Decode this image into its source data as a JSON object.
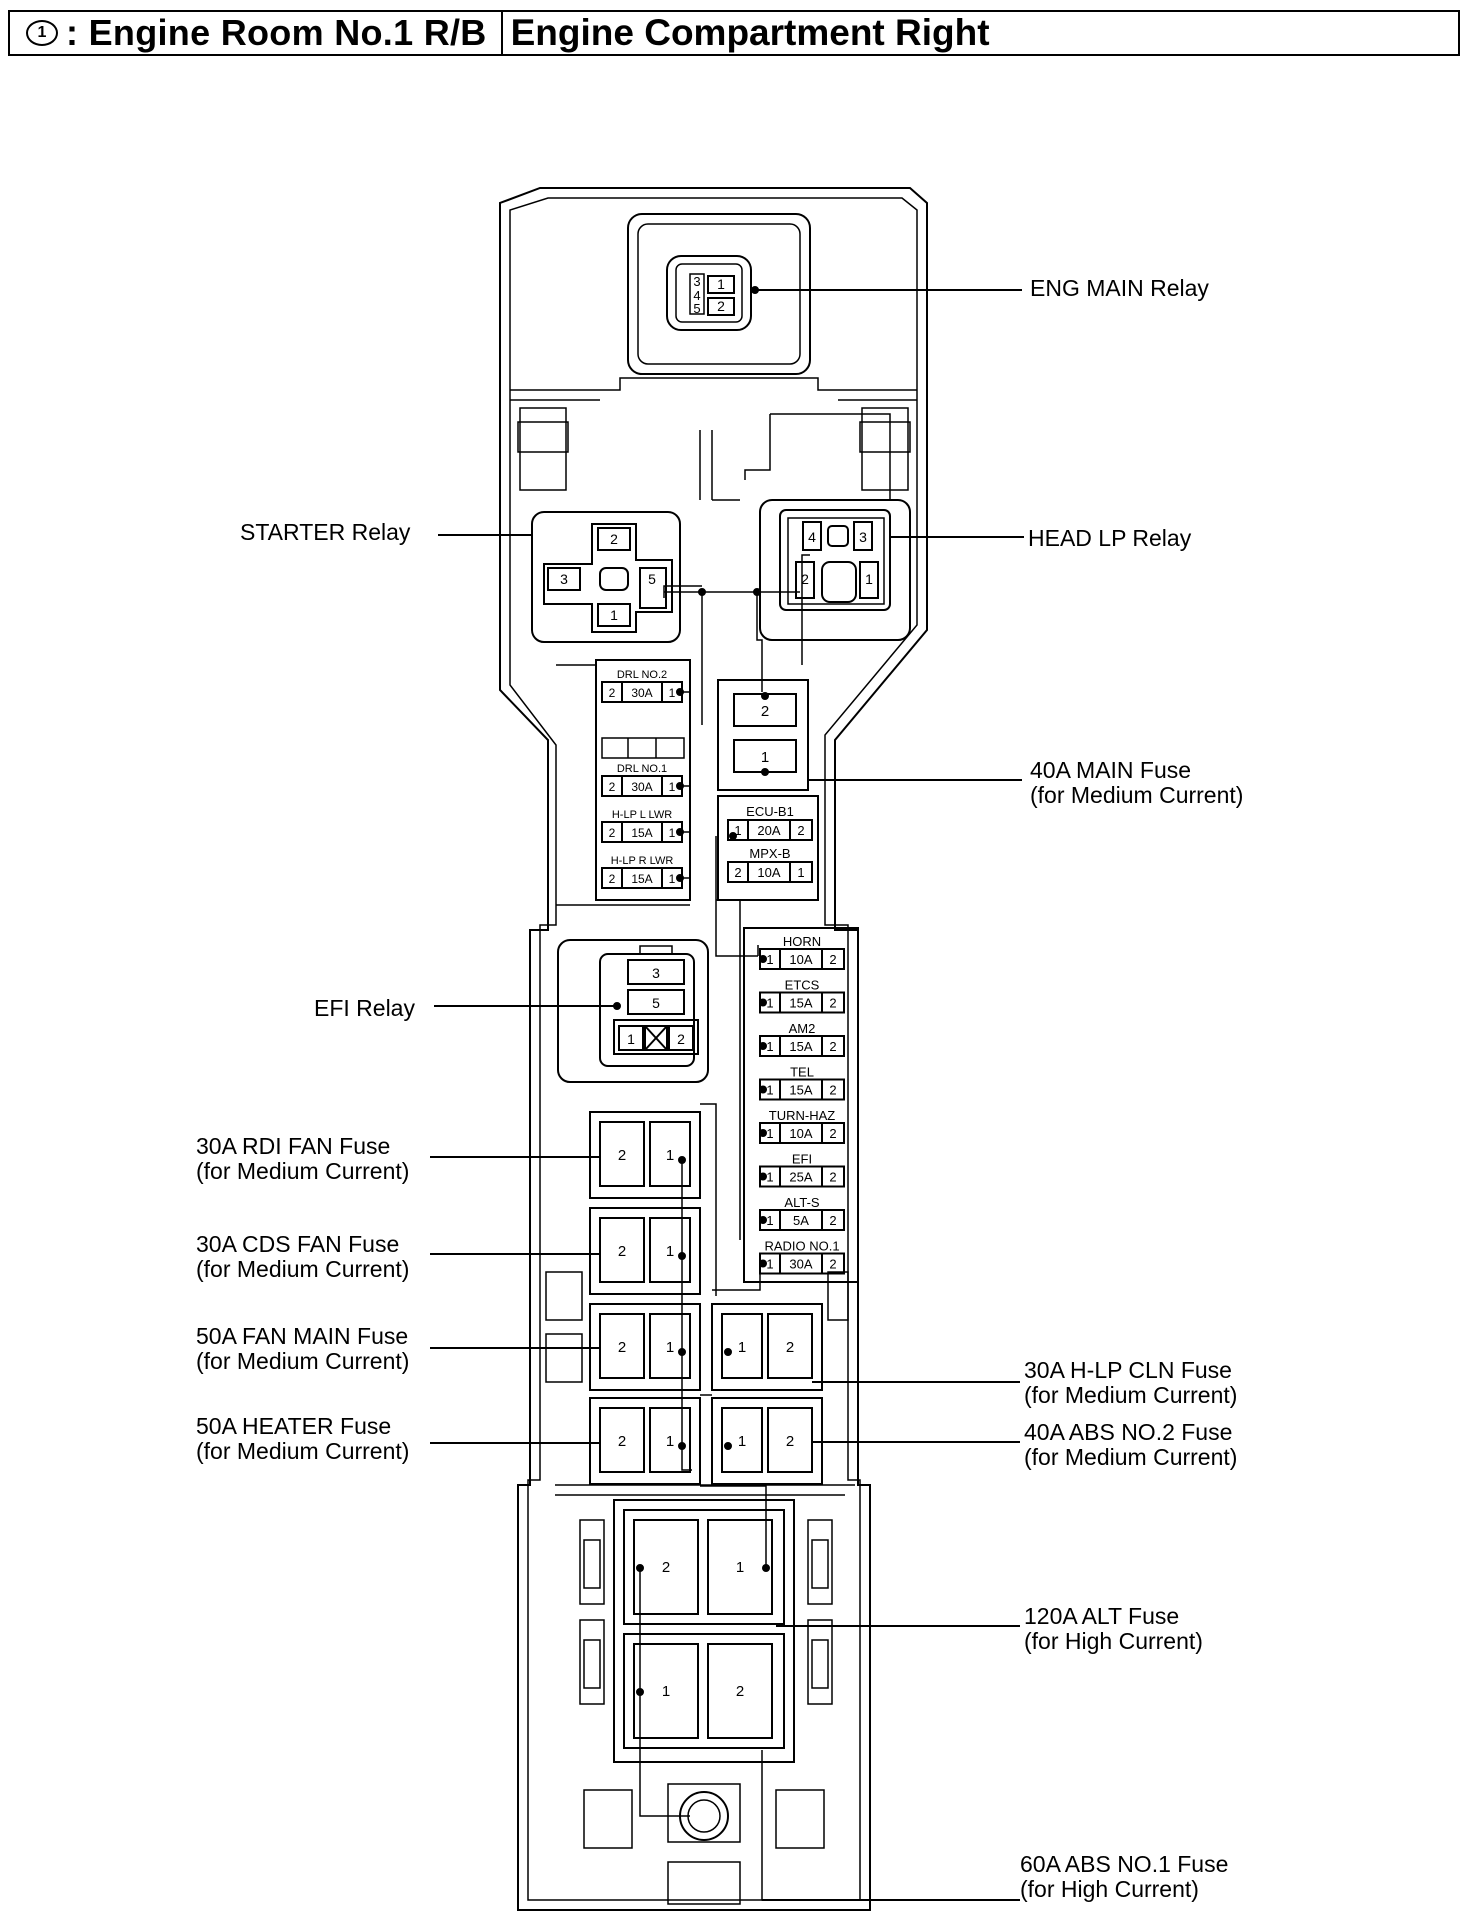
{
  "header": {
    "badge": "1",
    "location": ": Engine Room No.1 R/B",
    "title": "Engine Compartment Right"
  },
  "callouts": {
    "eng_main_relay": "ENG MAIN Relay",
    "starter_relay": "STARTER Relay",
    "head_lp_relay": "HEAD LP Relay",
    "main_fuse": [
      "40A MAIN Fuse",
      "(for Medium Current)"
    ],
    "efi_relay": "EFI Relay",
    "rdi_fan_fuse": [
      "30A RDI FAN Fuse",
      "(for Medium Current)"
    ],
    "cds_fan_fuse": [
      "30A CDS FAN Fuse",
      "(for Medium Current)"
    ],
    "fan_main_fuse": [
      "50A FAN MAIN Fuse",
      "(for Medium Current)"
    ],
    "heater_fuse": [
      "50A HEATER Fuse",
      "(for Medium Current)"
    ],
    "hlp_cln_fuse": [
      "30A H-LP CLN Fuse",
      "(for Medium Current)"
    ],
    "abs2_fuse": [
      "40A ABS NO.2 Fuse",
      "(for Medium Current)"
    ],
    "alt_fuse": [
      "120A ALT Fuse",
      "(for High Current)"
    ],
    "abs1_fuse": [
      "60A ABS NO.1 Fuse",
      "(for High Current)"
    ]
  },
  "mini_fuses_left": [
    {
      "name": "DRL NO.2",
      "a": "2",
      "amp": "30A",
      "b": "1"
    },
    {
      "name": "DRL NO.1",
      "a": "2",
      "amp": "30A",
      "b": "1"
    },
    {
      "name": "H-LP L LWR",
      "a": "2",
      "amp": "15A",
      "b": "1"
    },
    {
      "name": "H-LP R LWR",
      "a": "2",
      "amp": "15A",
      "b": "1"
    }
  ],
  "mini_fuses_mid": [
    {
      "name": "ECU-B1",
      "a": "1",
      "amp": "20A",
      "b": "2"
    },
    {
      "name": "MPX-B",
      "a": "2",
      "amp": "10A",
      "b": "1"
    }
  ],
  "mini_fuses_right": [
    {
      "name": "HORN",
      "a": "1",
      "amp": "10A",
      "b": "2"
    },
    {
      "name": "ETCS",
      "a": "1",
      "amp": "15A",
      "b": "2"
    },
    {
      "name": "AM2",
      "a": "1",
      "amp": "15A",
      "b": "2"
    },
    {
      "name": "TEL",
      "a": "1",
      "amp": "15A",
      "b": "2"
    },
    {
      "name": "TURN-HAZ",
      "a": "1",
      "amp": "10A",
      "b": "2"
    },
    {
      "name": "EFI",
      "a": "1",
      "amp": "25A",
      "b": "2"
    },
    {
      "name": "ALT-S",
      "a": "1",
      "amp": "5A",
      "b": "2"
    },
    {
      "name": "RADIO NO.1",
      "a": "1",
      "amp": "30A",
      "b": "2"
    }
  ],
  "pins": {
    "eng_main": [
      "3",
      "1",
      "4",
      "5",
      "2"
    ],
    "starter": [
      "2",
      "3",
      "5",
      "1"
    ],
    "head_lp": [
      "4",
      "3",
      "2",
      "1"
    ],
    "main_fuse": [
      "2",
      "1"
    ],
    "efi": [
      "3",
      "5",
      "1",
      "2"
    ],
    "rdi": [
      "2",
      "1"
    ],
    "cds": [
      "2",
      "1"
    ],
    "fan_main": [
      "2",
      "1"
    ],
    "heater": [
      "2",
      "1"
    ],
    "hlp_cln": [
      "1",
      "2"
    ],
    "abs2": [
      "1",
      "2"
    ],
    "alt": [
      "2",
      "1"
    ],
    "abs1": [
      "1",
      "2"
    ]
  }
}
